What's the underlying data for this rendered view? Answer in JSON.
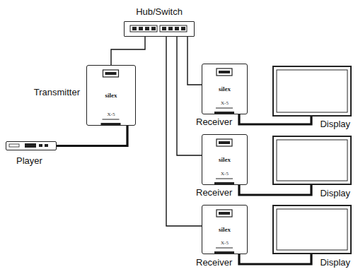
{
  "diagram": {
    "nodes": [
      {
        "text": [
          "Hub/Switch"
        ]
      },
      {
        "text": [
          "Transmitter"
        ]
      },
      {
        "text": [
          "Player"
        ]
      },
      {
        "text": [
          "Receiver"
        ]
      },
      {
        "text": [
          "Display"
        ]
      },
      {
        "text": [
          "Receiver"
        ]
      },
      {
        "text": [
          "Display"
        ]
      },
      {
        "text": [
          "Receiver"
        ]
      },
      {
        "text": [
          "Display"
        ]
      }
    ],
    "edges": [
      {
        "from": 0,
        "to": 1,
        "arrow": "none"
      },
      {
        "from": 1,
        "to": 2,
        "arrow": "none"
      },
      {
        "from": 0,
        "to": 3,
        "arrow": "none"
      },
      {
        "from": 3,
        "to": 4,
        "arrow": "none"
      },
      {
        "from": 0,
        "to": 5,
        "arrow": "none"
      },
      {
        "from": 5,
        "to": 6,
        "arrow": "none"
      },
      {
        "from": 0,
        "to": 7,
        "arrow": "none"
      },
      {
        "from": 7,
        "to": 8,
        "arrow": "none"
      }
    ],
    "labels": [
      "silex",
      "X-5",
      "silex",
      "X-5",
      "silex",
      "X-5",
      "silex",
      "X-5"
    ]
  }
}
